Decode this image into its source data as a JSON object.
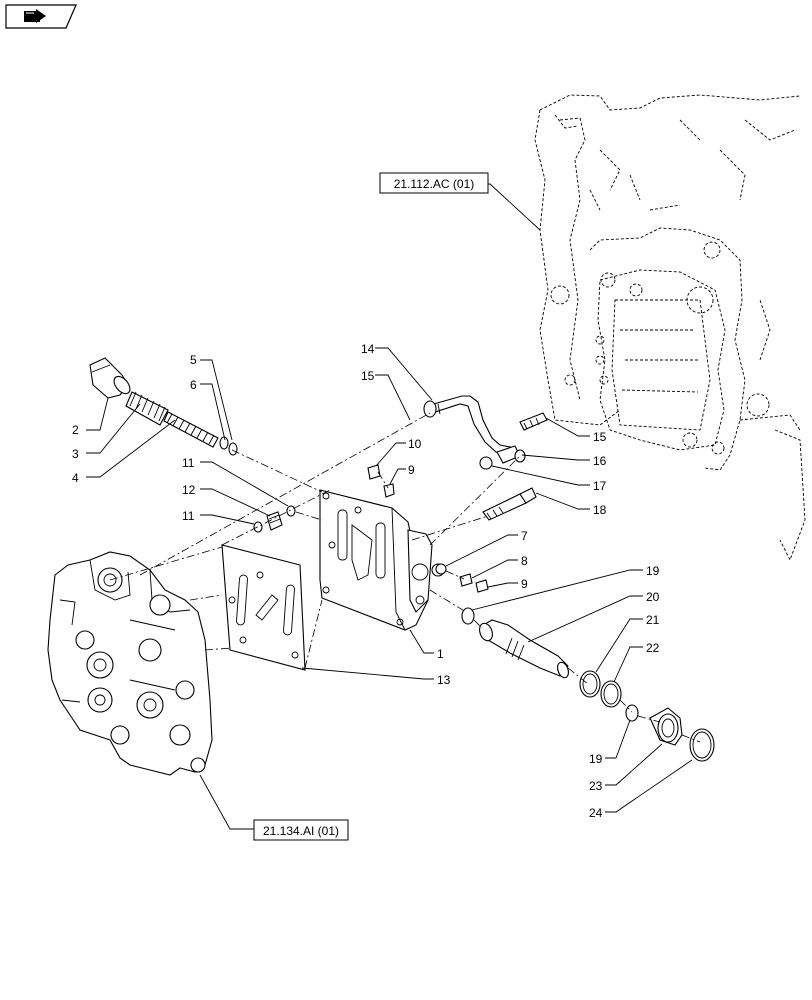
{
  "nav": {
    "icon": "book-arrow-icon"
  },
  "references": {
    "transmission": "21.112.AC (01)",
    "control_valve": "21.134.AI (01)"
  },
  "callouts": {
    "c1": "1",
    "c2": "2",
    "c3": "3",
    "c4": "4",
    "c5": "5",
    "c6": "6",
    "c7": "7",
    "c8": "8",
    "c9a": "9",
    "c9b": "9",
    "c10": "10",
    "c11a": "11",
    "c11b": "11",
    "c12": "12",
    "c13": "13",
    "c14": "14",
    "c15a": "15",
    "c15b": "15",
    "c16": "16",
    "c17": "17",
    "c18": "18",
    "c19a": "19",
    "c19b": "19",
    "c20": "20",
    "c21": "21",
    "c22": "22",
    "c23": "23",
    "c24": "24"
  }
}
